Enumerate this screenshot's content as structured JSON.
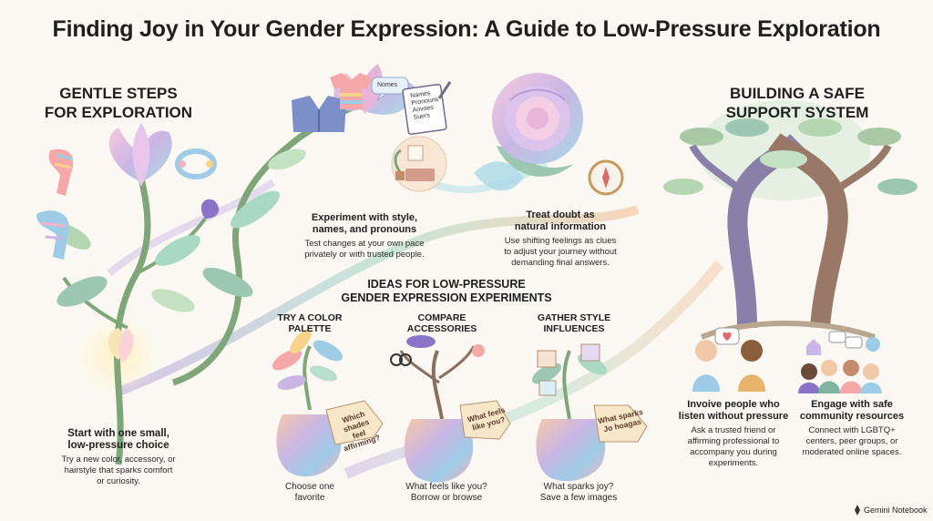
{
  "title": "Finding Joy in Your Gender Expression: A Guide to Low-Pressure Exploration",
  "left": {
    "heading_line1": "GENTLE STEPS",
    "heading_line2": "FOR EXPLORATION",
    "start_heading_line1": "Start with one small,",
    "start_heading_line2": "low-pressure choice",
    "start_body_line1": "Try a new color, accessory, or",
    "start_body_line2": "hairstyle that sparks comfort",
    "start_body_line3": "or curiosity."
  },
  "experiment": {
    "heading_line1": "Experiment with style,",
    "heading_line2": "names, and pronouns",
    "body_line1": "Test changes at your own pace",
    "body_line2": "privately or with trusted people.",
    "bubble": "Nomes",
    "notebook_lines": [
      "Names",
      "Pronouns",
      "Aovoes",
      "Suers"
    ]
  },
  "doubt": {
    "heading_line1": "Treat doubt as",
    "heading_line2": "natural information",
    "body_line1": "Use shifting feelings as clues",
    "body_line2": "to adjust your journey without",
    "body_line3": "demanding final answers."
  },
  "ideas": {
    "heading_line1": "IDEAS FOR LOW-PRESSURE",
    "heading_line2": "GENDER EXPRESSION EXPERIMENTS",
    "items": [
      {
        "title_line1": "TRY A COLOR",
        "title_line2": "PALETTE",
        "tag_line1": "Which shades",
        "tag_line2": "feel affirming?",
        "caption_line1": "Choose one",
        "caption_line2": "favorite"
      },
      {
        "title_line1": "COMPARE",
        "title_line2": "ACCESSORIES",
        "tag_line1": "What feels",
        "tag_line2": "like you?",
        "caption_line1": "What feels like you?",
        "caption_line2": "Borrow or browse"
      },
      {
        "title_line1": "GATHER STYLE",
        "title_line2": "INFLUENCES",
        "tag_line1": "What sparks",
        "tag_line2": "Jo hoagas",
        "caption_line1": "What sparks joy?",
        "caption_line2": "Save a few images"
      }
    ]
  },
  "support": {
    "heading_line1": "BUILDING A SAFE",
    "heading_line2": "SUPPORT SYSTEM",
    "involve_heading_line1": "Invoive people who",
    "involve_heading_line2": "listen without pressure",
    "involve_body_line1": "Ask a trusted friend or",
    "involve_body_line2": "affirming professional to",
    "involve_body_line3": "accompany you during",
    "involve_body_line4": "experiments.",
    "engage_heading_line1": "Engage with safe",
    "engage_heading_line2": "community resources",
    "engage_body_line1": "Connect with LGBTQ+",
    "engage_body_line2": "centers, peer groups, or",
    "engage_body_line3": "moderated online spaces."
  },
  "branding": "Gemini Notebook",
  "colors": {
    "lavender": "#c9b6e4",
    "mint": "#b7e0cf",
    "peach": "#f6c9a8",
    "leaf": "#7fa678",
    "trunk": "#8a6f8f"
  }
}
